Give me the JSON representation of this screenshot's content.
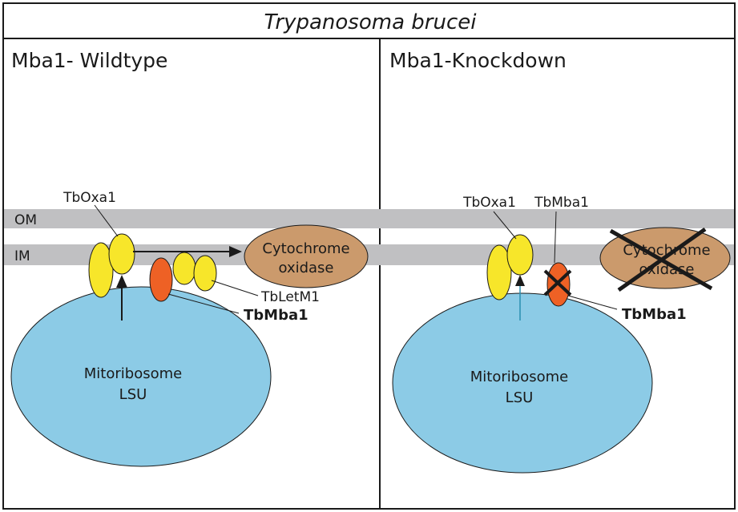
{
  "title": "Trypanosoma brucei",
  "membranes": {
    "outer": "OM",
    "inner": "IM"
  },
  "panels": {
    "left": {
      "heading": "Mba1- Wildtype",
      "oxa1": "TbOxa1",
      "letm1": "TbLetM1",
      "mba1": "TbMba1",
      "cox": {
        "line1": "Cytochrome",
        "line2": "oxidase"
      },
      "ribosome": {
        "line1": "Mitoribosome",
        "line2": "LSU"
      }
    },
    "right": {
      "heading": "Mba1-Knockdown",
      "oxa1": "TbOxa1",
      "mba1_top": "TbMba1",
      "mba1": "TbMba1",
      "cox": {
        "line1": "Cytochrome",
        "line2": "oxidase"
      },
      "ribosome": {
        "line1": "Mitoribosome",
        "line2": "LSU"
      }
    }
  },
  "colors": {
    "membrane": "#c0c0c2",
    "ribosome": "#8ccbe6",
    "oxa1": "#f7e62a",
    "mba1": "#ee6125",
    "cox": "#cb9a6c",
    "outline": "#1a1a1a"
  }
}
